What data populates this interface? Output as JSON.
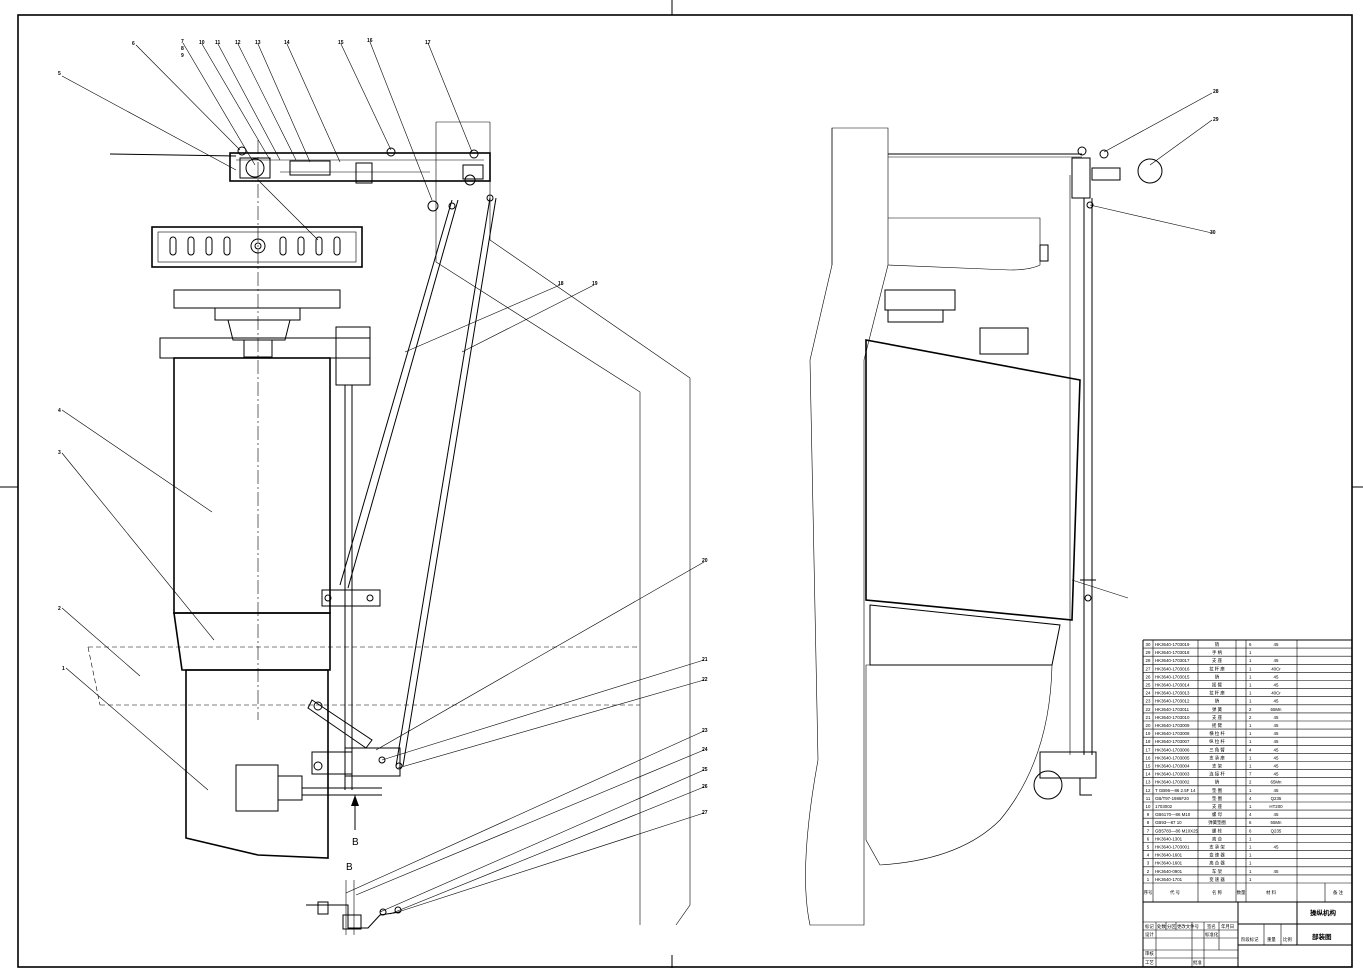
{
  "view": {
    "arrow_label": "B",
    "view_label": "B"
  },
  "balloons": [
    "1",
    "2",
    "3",
    "4",
    "5",
    "6",
    "7",
    "8",
    "9",
    "10",
    "11",
    "12",
    "13",
    "14",
    "15",
    "16",
    "17",
    "18",
    "19",
    "20",
    "21",
    "22",
    "23",
    "24",
    "25",
    "26",
    "27",
    "28",
    "29",
    "30"
  ],
  "bom": {
    "headers": [
      "序号",
      "代  号",
      "名  称",
      "数量",
      "材  料",
      "备  注"
    ],
    "rows": [
      {
        "no": "30",
        "code": "HK3640-1703019",
        "name": "销",
        "qty": "6",
        "material": "45"
      },
      {
        "no": "29",
        "code": "HK3640-1703018",
        "name": "手  柄",
        "qty": "1",
        "material": ""
      },
      {
        "no": "28",
        "code": "HK3640-1703017",
        "name": "支  座",
        "qty": "1",
        "material": "45"
      },
      {
        "no": "27",
        "code": "HK3640-1703016",
        "name": "拉 杆 座",
        "qty": "1",
        "material": "40Cr"
      },
      {
        "no": "26",
        "code": "HK3640-1703015",
        "name": "销",
        "qty": "1",
        "material": "45"
      },
      {
        "no": "25",
        "code": "HK3640-1703014",
        "name": "摇  臂",
        "qty": "1",
        "material": "45"
      },
      {
        "no": "24",
        "code": "HK3640-1703013",
        "name": "拉 杆 座",
        "qty": "1",
        "material": "40Cr"
      },
      {
        "no": "23",
        "code": "HK3640-1703012",
        "name": "销",
        "qty": "1",
        "material": "45"
      },
      {
        "no": "22",
        "code": "HK3640-1703011",
        "name": "弹  簧",
        "qty": "2",
        "material": "65Mn"
      },
      {
        "no": "21",
        "code": "HK3640-1703010",
        "name": "支  座",
        "qty": "2",
        "material": "45"
      },
      {
        "no": "20",
        "code": "HK3640-1703009",
        "name": "摇  臂",
        "qty": "1",
        "material": "45"
      },
      {
        "no": "19",
        "code": "HK3640-1703008",
        "name": "横 拉 杆",
        "qty": "1",
        "material": "45"
      },
      {
        "no": "18",
        "code": "HK3640-1703007",
        "name": "纵 拉 杆",
        "qty": "1",
        "material": "45"
      },
      {
        "no": "17",
        "code": "HK3640-1703006",
        "name": "三 角 臂",
        "qty": "4",
        "material": "45"
      },
      {
        "no": "16",
        "code": "HK3640-1703005",
        "name": "支 承 座",
        "qty": "1",
        "material": "45"
      },
      {
        "no": "15",
        "code": "HK3640-1703004",
        "name": "支  架",
        "qty": "1",
        "material": "45"
      },
      {
        "no": "14",
        "code": "HK3640-1703003",
        "name": "连 接 杆",
        "qty": "7",
        "material": "45"
      },
      {
        "no": "13",
        "code": "HK3640-1703002",
        "name": "销",
        "qty": "2",
        "material": "65Mn"
      },
      {
        "no": "12",
        "code": "T GB96—86 2.5F 14",
        "name": "垫  圈",
        "qty": "1",
        "material": "45"
      },
      {
        "no": "11",
        "code": "GB/T97-1986F20",
        "name": "垫  圈",
        "qty": "4",
        "material": "Q235"
      },
      {
        "no": "10",
        "code": "1703002",
        "name": "支  座",
        "qty": "1",
        "material": "HT200"
      },
      {
        "no": "9",
        "code": "GB6170—86 M10",
        "name": "螺  母",
        "qty": "4",
        "material": "45"
      },
      {
        "no": "8",
        "code": "GB93—87 10",
        "name": "弹簧垫圈",
        "qty": "6",
        "material": "65Mn"
      },
      {
        "no": "7",
        "code": "GB5783—86 M10X25",
        "name": "螺  栓",
        "qty": "6",
        "material": "Q235"
      },
      {
        "no": "6",
        "code": "HK3640-1301",
        "name": "离  合",
        "qty": "1",
        "material": ""
      },
      {
        "no": "5",
        "code": "HK3640-1703001",
        "name": "支 承 架",
        "qty": "1",
        "material": "45"
      },
      {
        "no": "4",
        "code": "HK3640-1601",
        "name": "变 速 器",
        "qty": "1",
        "material": ""
      },
      {
        "no": "3",
        "code": "HK3640-1601",
        "name": "离 合 器",
        "qty": "1",
        "material": ""
      },
      {
        "no": "2",
        "code": "HK3640-0901",
        "name": "车  架",
        "qty": "1",
        "material": "45"
      },
      {
        "no": "1",
        "code": "HK3640-1701",
        "name": "变 速 器",
        "qty": "1",
        "material": ""
      }
    ]
  },
  "title_block": {
    "name": "操纵机构",
    "drawing_type": "部装图",
    "labels": {
      "mark": "标记",
      "count": "处数",
      "zone": "分区",
      "change_doc": "更改文件号",
      "signature": "签名",
      "date": "年月日",
      "designer": "设计",
      "standardize": "标准化",
      "stage_mark": "阶段标记",
      "weight": "重量",
      "scale": "比例",
      "review": "审核",
      "process": "工艺",
      "approve": "批准"
    }
  }
}
